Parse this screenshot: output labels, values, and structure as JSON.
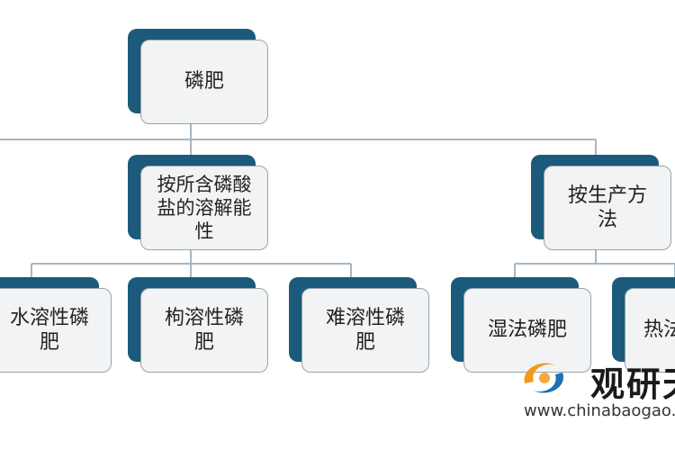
{
  "diagram": {
    "root": {
      "label": "磷肥"
    },
    "branches": [
      {
        "label": "按所含磷酸盐的溶解能性",
        "children": [
          {
            "label": "水溶性磷肥"
          },
          {
            "label": "枸溶性磷肥"
          },
          {
            "label": "难溶性磷肥"
          }
        ]
      },
      {
        "label": "按生产方法",
        "children": [
          {
            "label": "湿法磷肥"
          },
          {
            "label": "热法"
          }
        ]
      }
    ]
  },
  "watermark": {
    "brand": "观研天",
    "url": "www.chinabaogao.com"
  },
  "colors": {
    "shadow": "#1b5a7a",
    "card_fill": "#f1f3f4",
    "card_border": "#9aa4aa",
    "connector": "#a7b7c1",
    "logo_orange": "#f39a1e",
    "logo_blue": "#1f6fb3"
  }
}
